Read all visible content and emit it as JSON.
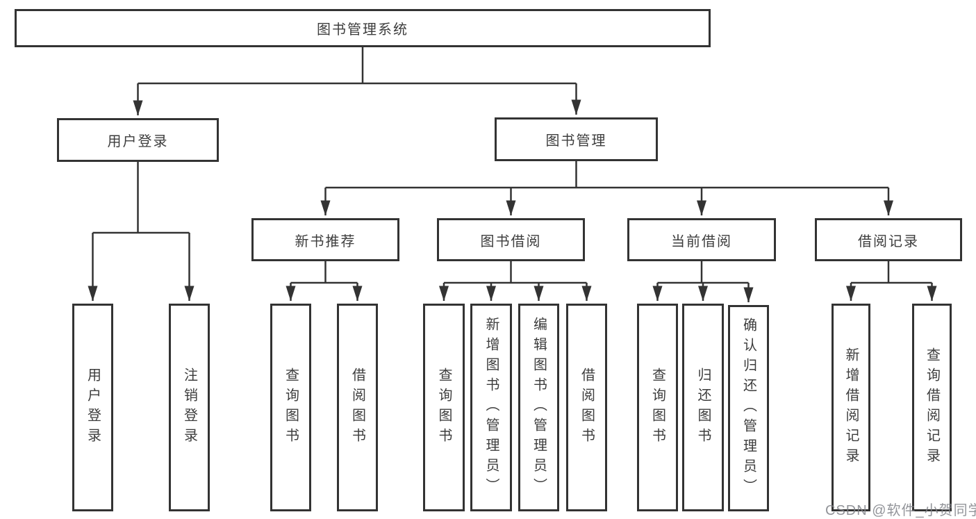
{
  "diagram": {
    "root": {
      "label": "图书管理系统",
      "children": [
        {
          "label": "用户登录",
          "children": [
            {
              "label": "用户登录"
            },
            {
              "label": "注销登录"
            }
          ]
        },
        {
          "label": "图书管理",
          "children": [
            {
              "label": "新书推荐",
              "children": [
                {
                  "label": "查询图书"
                },
                {
                  "label": "借阅图书"
                }
              ]
            },
            {
              "label": "图书借阅",
              "children": [
                {
                  "label": "查询图书"
                },
                {
                  "label": "新增图书（管理员）"
                },
                {
                  "label": "编辑图书（管理员）"
                },
                {
                  "label": "借阅图书"
                }
              ]
            },
            {
              "label": "当前借阅",
              "children": [
                {
                  "label": "查询图书"
                },
                {
                  "label": "归还图书"
                },
                {
                  "label": "确认归还（管理员）"
                }
              ]
            },
            {
              "label": "借阅记录",
              "children": [
                {
                  "label": "新增借阅记录"
                },
                {
                  "label": "查询借阅记录"
                }
              ]
            }
          ]
        }
      ]
    }
  },
  "watermark": {
    "text": "CSDN @软件_小贺同学"
  },
  "colors": {
    "line": "#333333",
    "box_border": "#333333",
    "text": "#3d3d3d",
    "background": "#ffffff",
    "watermark": "#808388"
  }
}
